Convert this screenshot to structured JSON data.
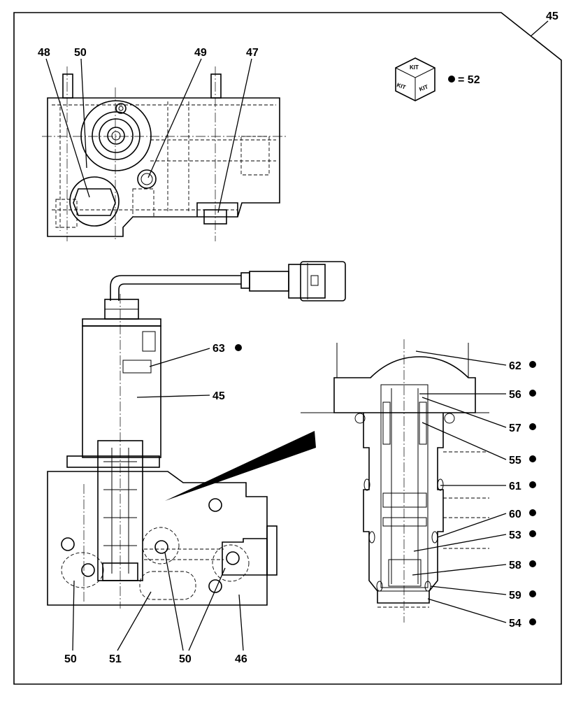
{
  "figure": {
    "kit_symbol": {
      "text": "KIT",
      "equals_label": "= 52"
    },
    "callouts": {
      "c45_top": "45",
      "c48": "48",
      "c50_top": "50",
      "c49": "49",
      "c47": "47",
      "c63": "63",
      "c45_mid": "45",
      "c62": "62",
      "c56": "56",
      "c57": "57",
      "c55": "55",
      "c61": "61",
      "c60": "60",
      "c53": "53",
      "c58": "58",
      "c59": "59",
      "c54": "54",
      "c50_bl": "50",
      "c51": "51",
      "c50_bc": "50",
      "c46": "46"
    }
  }
}
